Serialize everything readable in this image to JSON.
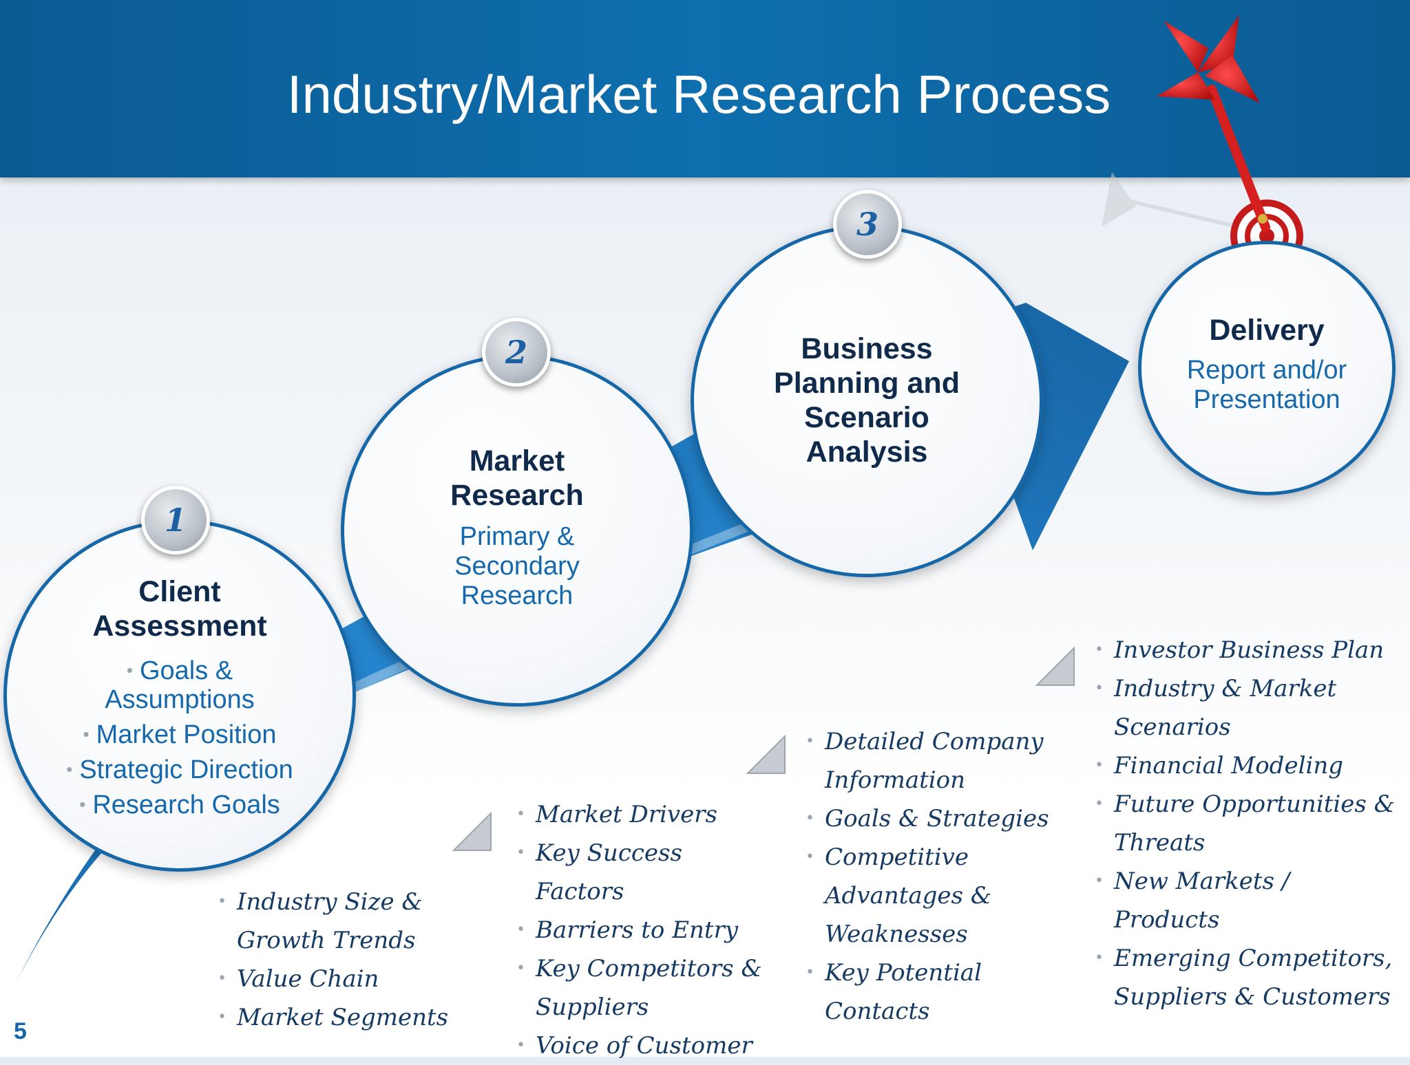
{
  "title": "Industry/Market Research Process",
  "page_number": "5",
  "colors": {
    "header": "#0e6fae",
    "accent": "#1668ad",
    "dark_text": "#0f2a4a",
    "dart": "#d61f1f"
  },
  "steps": [
    {
      "badge": "1",
      "title": "Client Assessment",
      "items": [
        "Goals & Assumptions",
        "Market Position",
        "Strategic Direction",
        "Research Goals"
      ],
      "bullets": [
        "Industry Size & Growth Trends",
        "Value Chain",
        "Market Segments"
      ]
    },
    {
      "badge": "2",
      "title": "Market Research",
      "subtitle": "Primary & Secondary Research",
      "bullets": [
        "Market Drivers",
        "Key Success Factors",
        "Barriers to Entry",
        "Key Competitors & Suppliers",
        "Voice of Customer"
      ]
    },
    {
      "badge": "3",
      "title": "Business Planning and Scenario Analysis",
      "bullets": [
        "Detailed Company Information",
        "Goals & Strategies",
        "Competitive Advantages & Weaknesses",
        "Key Potential Contacts"
      ]
    },
    {
      "title": "Delivery",
      "subtitle": "Report and/or Presentation",
      "bullets": [
        "Investor Business Plan",
        "Industry & Market Scenarios",
        "Financial Modeling",
        "Future Opportunities & Threats",
        "New Markets / Products",
        "Emerging Competitors, Suppliers & Customers"
      ]
    }
  ],
  "icons": [
    "dart-icon",
    "target-icon",
    "growth-arrow"
  ]
}
